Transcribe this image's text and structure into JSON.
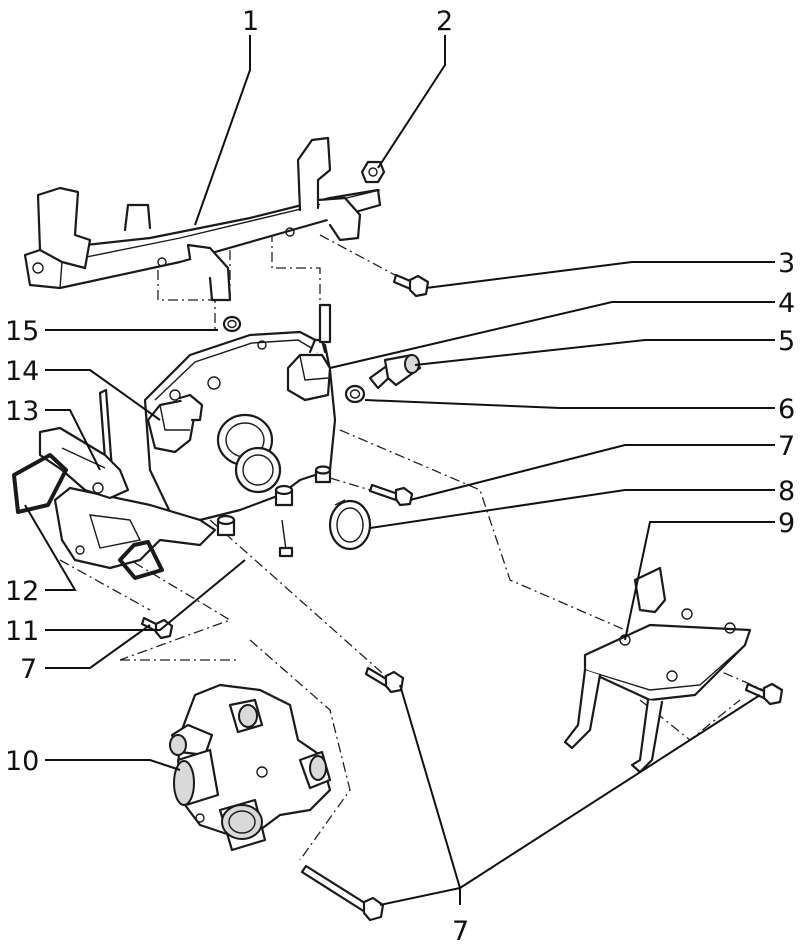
{
  "callouts": [
    {
      "label": "1"
    },
    {
      "label": "2"
    },
    {
      "label": "3"
    },
    {
      "label": "4"
    },
    {
      "label": "5"
    },
    {
      "label": "6"
    },
    {
      "label": "7"
    },
    {
      "label": "8"
    },
    {
      "label": "9"
    },
    {
      "label": "15"
    },
    {
      "label": "14"
    },
    {
      "label": "13"
    },
    {
      "label": "12"
    },
    {
      "label": "11"
    },
    {
      "label": "7"
    },
    {
      "label": "10"
    },
    {
      "label": "7"
    }
  ]
}
